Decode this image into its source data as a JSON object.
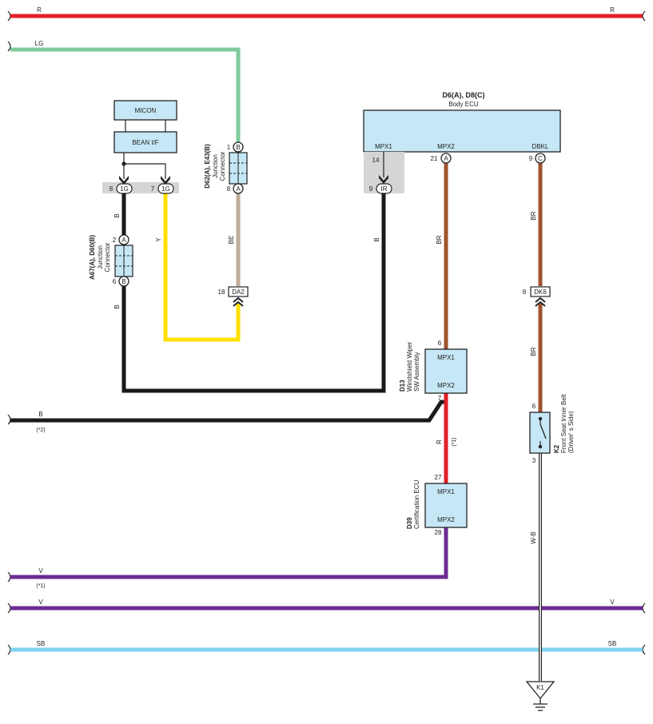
{
  "wires": {
    "r_top": "R",
    "lg": "LG",
    "b_joint_a": "B",
    "b_joint_b": "B",
    "y": "Y",
    "be": "BE",
    "b_ir": "B",
    "br_1": "BR",
    "br_2": "BR",
    "br_3": "BR",
    "b_left": "B",
    "b_left_note": "(*2)",
    "r_mid": "R",
    "r_mid_note": "(*1)",
    "v_1": "V",
    "v_1_note": "(*1)",
    "v_2": "V",
    "sb": "SB",
    "wb": "W-B"
  },
  "components": {
    "micon": "MICON",
    "bean": "BEAN I/F",
    "body_ecu_code": "D6(A), D8(C)",
    "body_ecu_name": "Body ECU",
    "body_ecu_pin_mpx1": "MPX1",
    "body_ecu_pin_mpx2": "MPX2",
    "body_ecu_pin_dbkl": "DBKL",
    "jc1_code": "D62(A), E43(B)",
    "jc1_name1": "Junction",
    "jc1_name2": "Connector",
    "jc2_code": "A67(A), D60(B)",
    "jc2_name1": "Junction",
    "jc2_name2": "Connector",
    "wiper_code": "D13",
    "wiper_name1": "Windshield Wiper",
    "wiper_name2": "SW Assembly",
    "wiper_mpx1": "MPX1",
    "wiper_mpx2": "MPX2",
    "cert_code": "D39",
    "cert_name": "Certification ECU",
    "cert_mpx1": "MPX1",
    "cert_mpx2": "MPX2",
    "belt_code": "K2",
    "belt_name1": "Front Seat Inner Belt",
    "belt_name2": "(Driver' s Side)",
    "ground": "K1"
  },
  "connectors": {
    "c1g_a": "1G",
    "c1g_b": "1G",
    "cir": "IR",
    "cda2": "DA2",
    "cdk6": "DK6",
    "pin_a": "A",
    "pin_b": "B",
    "pin_c": "C"
  },
  "pins": {
    "p8_1g": "8",
    "p7_1g": "7",
    "p14": "14",
    "p9_ir": "9",
    "p21": "21",
    "p9_c": "9",
    "p1_b": "1",
    "p8_a": "8",
    "p2_a": "2",
    "p6_b": "6",
    "p18": "18",
    "p8_dk6": "8",
    "p6_wiper": "6",
    "p7_wiper": "7",
    "p27": "27",
    "p28": "28",
    "p6_belt": "6",
    "p3_belt": "3"
  },
  "colors": {
    "red": "#e21f26",
    "lightgreen": "#7fcb9b",
    "black": "#1a1a1a",
    "yellow": "#ffe000",
    "beige": "#bfad9a",
    "brown": "#a0522d",
    "violet": "#6b2c91",
    "skyblue": "#7fd3ee",
    "component_fill": "#c6e7f5"
  }
}
